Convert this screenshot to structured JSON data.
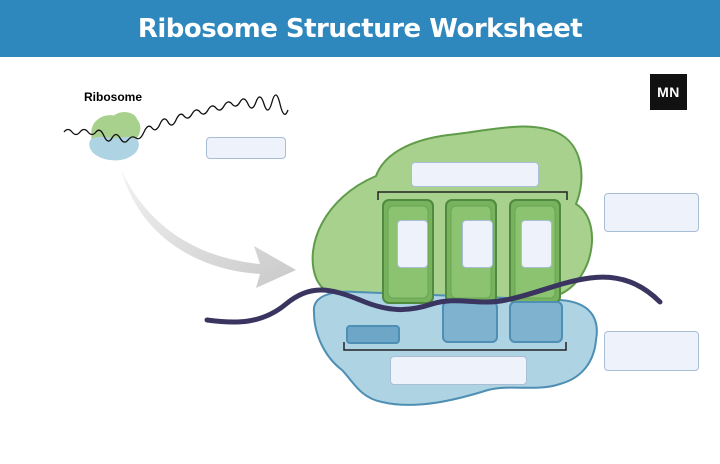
{
  "header": {
    "title": "Ribosome Structure Worksheet"
  },
  "logo": {
    "text": "MN"
  },
  "overview": {
    "label": "Ribosome"
  },
  "answer_boxes": [
    {
      "id": "box-overview",
      "value": ""
    },
    {
      "id": "box-large-subunit-sites",
      "value": ""
    },
    {
      "id": "box-large-subunit",
      "value": ""
    },
    {
      "id": "box-small-subunit",
      "value": ""
    },
    {
      "id": "box-small-subunit-sites",
      "value": ""
    },
    {
      "id": "box-site-left",
      "value": ""
    },
    {
      "id": "box-site-middle",
      "value": ""
    },
    {
      "id": "box-site-right",
      "value": ""
    }
  ],
  "colors": {
    "header": "#2f88bd",
    "large_subunit_fill": "#a9d18e",
    "large_subunit_stroke": "#5f9c4a",
    "small_subunit_fill": "#aed3e3",
    "small_subunit_stroke": "#4e8fb3",
    "mrna": "#3a3560",
    "arrow": "#cfcfcf"
  }
}
